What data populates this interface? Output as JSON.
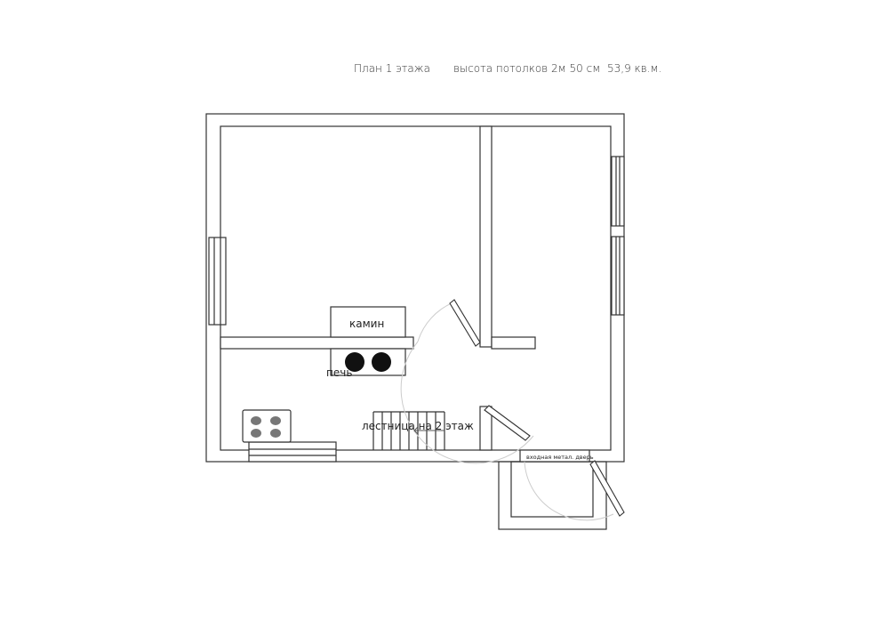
{
  "header": {
    "plan_title": "План 1 этажа",
    "ceiling_height": "высота потолков 2м 50 см",
    "area": "53,9 кв.м."
  },
  "labels": {
    "fireplace": "камин",
    "stove": "печь",
    "stairs": "лестница на 2 этаж",
    "entrance_door": "входная метал. дверь"
  }
}
